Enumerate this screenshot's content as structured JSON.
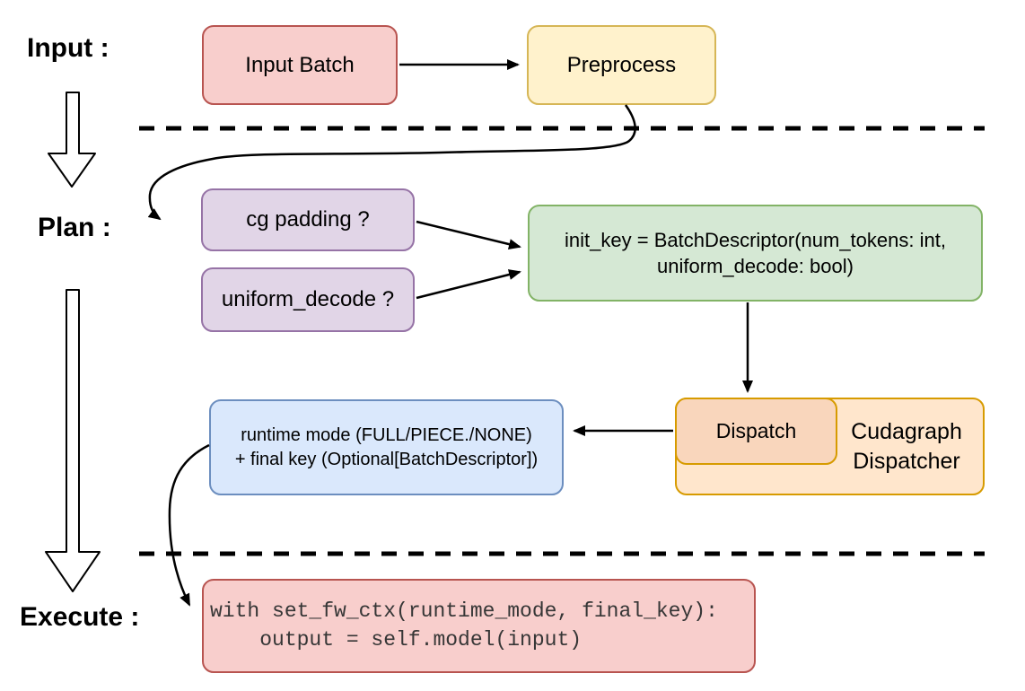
{
  "stage_labels": {
    "input": "Input :",
    "plan": "Plan :",
    "execute": "Execute :"
  },
  "nodes": {
    "input_batch": {
      "label": "Input Batch"
    },
    "preprocess": {
      "label": "Preprocess"
    },
    "cg_padding": {
      "label": "cg padding ?"
    },
    "uniform_decode": {
      "label": "uniform_decode ?"
    },
    "init_key": {
      "line1": "init_key = BatchDescriptor(num_tokens: int,",
      "line2": "uniform_decode: bool)"
    },
    "runtime_mode": {
      "line1": "runtime mode (FULL/PIECE./NONE)",
      "line2": "+ final key (Optional[BatchDescriptor])"
    },
    "dispatch": {
      "label": "Dispatch"
    },
    "cudagraph_dispatcher": {
      "label": "Cudagraph Dispatcher"
    },
    "execute_code": {
      "line1": "with set_fw_ctx(runtime_mode, final_key):",
      "line2": "    output = self.model(input)"
    }
  },
  "palette": {
    "red_fill": "#f8cecc",
    "red_stroke": "#b85450",
    "yellow_fill": "#fff2cc",
    "yellow_stroke": "#d6b656",
    "purple_fill": "#e1d5e7",
    "purple_stroke": "#9673a6",
    "green_fill": "#d5e8d4",
    "green_stroke": "#82b366",
    "blue_fill": "#dae8fc",
    "blue_stroke": "#6c8ebf",
    "orange_fill": "#ffe6cc",
    "orange_stroke": "#d79b00",
    "dispatch_fill": "#f9d6bc",
    "line_color": "#000000"
  }
}
